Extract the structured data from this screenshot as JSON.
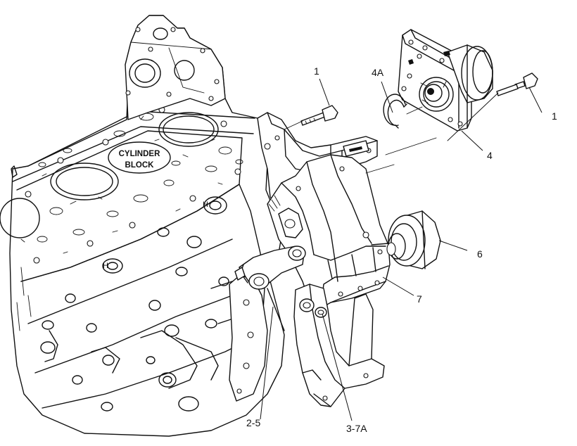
{
  "block_label": {
    "line1": "CYLINDER",
    "line2": "BLOCK"
  },
  "callouts": [
    {
      "id": "bolt-left",
      "text": "1"
    },
    {
      "id": "snap-ring",
      "text": "4A"
    },
    {
      "id": "bolt-right",
      "text": "1"
    },
    {
      "id": "drive-housing",
      "text": "4"
    },
    {
      "id": "idler-pulley",
      "text": "6"
    },
    {
      "id": "bracket",
      "text": "7"
    },
    {
      "id": "lower-arm",
      "text": "2-5"
    },
    {
      "id": "lower-bracket",
      "text": "3-7A"
    }
  ],
  "block_marks": {
    "h_upper": "H",
    "h_lower": "H"
  }
}
